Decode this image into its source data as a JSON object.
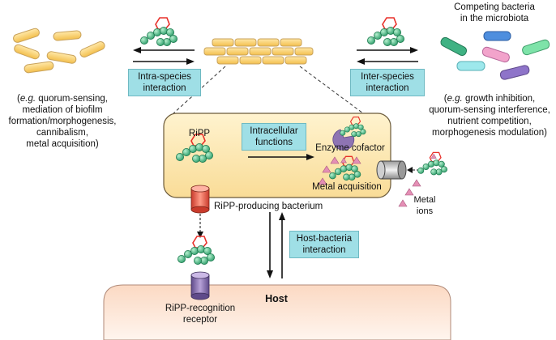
{
  "labels": {
    "competing": "Competing bacteria\nin the microbiota",
    "intra_box": "Intra-species\ninteraction",
    "inter_box": "Inter-species\ninteraction",
    "intra_examples_eg": "e.g.",
    "intra_examples": "quorum-sensing,\nmediation of biofilm\nformation/morphogenesis,\ncannibalism,\nmetal acquisition)",
    "inter_examples_eg": "e.g.",
    "inter_examples": "growth inhibition,\nquorum-sensing interference,\nnutrient competition,\nmorphogenesis modulation)",
    "ripp": "RiPP",
    "intracellular_box": "Intracellular\nfunctions",
    "enzyme_cofactor": "Enzyme cofactor",
    "metal_acquisition": "Metal acquisition",
    "metal_ions": "Metal\nions",
    "ripp_producing": "RiPP-producing bacterium",
    "host_bacteria_box": "Host-bacteria\ninteraction",
    "host": "Host",
    "receptor": "RiPP-recognition\nreceptor"
  },
  "colors": {
    "bacterium_fill": "#fbe7ad",
    "bacterium_stroke": "#c9a25a",
    "host_fill": "#fde6d6",
    "teal_box": "#9fdfe6",
    "bead": "#4fc38e",
    "ring": "#e8302a",
    "metal": "#e48fb5",
    "receptor": "#8e74b3",
    "transporter": "#f08070"
  }
}
